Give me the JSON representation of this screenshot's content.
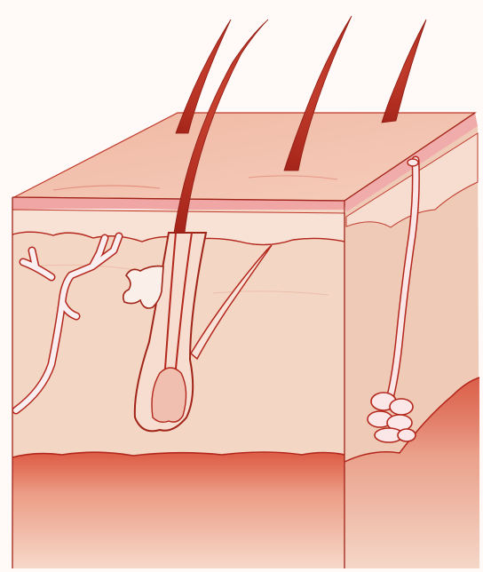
{
  "image": {
    "subject": "skin-cross-section-illustration",
    "style": "colored-pencil",
    "labels": []
  },
  "colors": {
    "background": "#fffaf7",
    "epidermis_top": "#f2c3ae",
    "skin_front": "#f4d6c4",
    "skin_side": "#efc8b4",
    "dermis_lower": "#f3d1bf",
    "subcutis": "#e69a86",
    "outline": "#b3271c",
    "hair": "#b02a1e",
    "pink_layer": "#e56c78",
    "vessel_fill": "#fbe6e8",
    "gland_fill": "#fbeef0"
  },
  "structures": [
    "epidermis-surface",
    "hair-shafts",
    "hair-follicle",
    "sebaceous-gland",
    "arrector-pili-muscle",
    "nerve-ending",
    "sweat-gland",
    "subcutaneous-layer"
  ]
}
